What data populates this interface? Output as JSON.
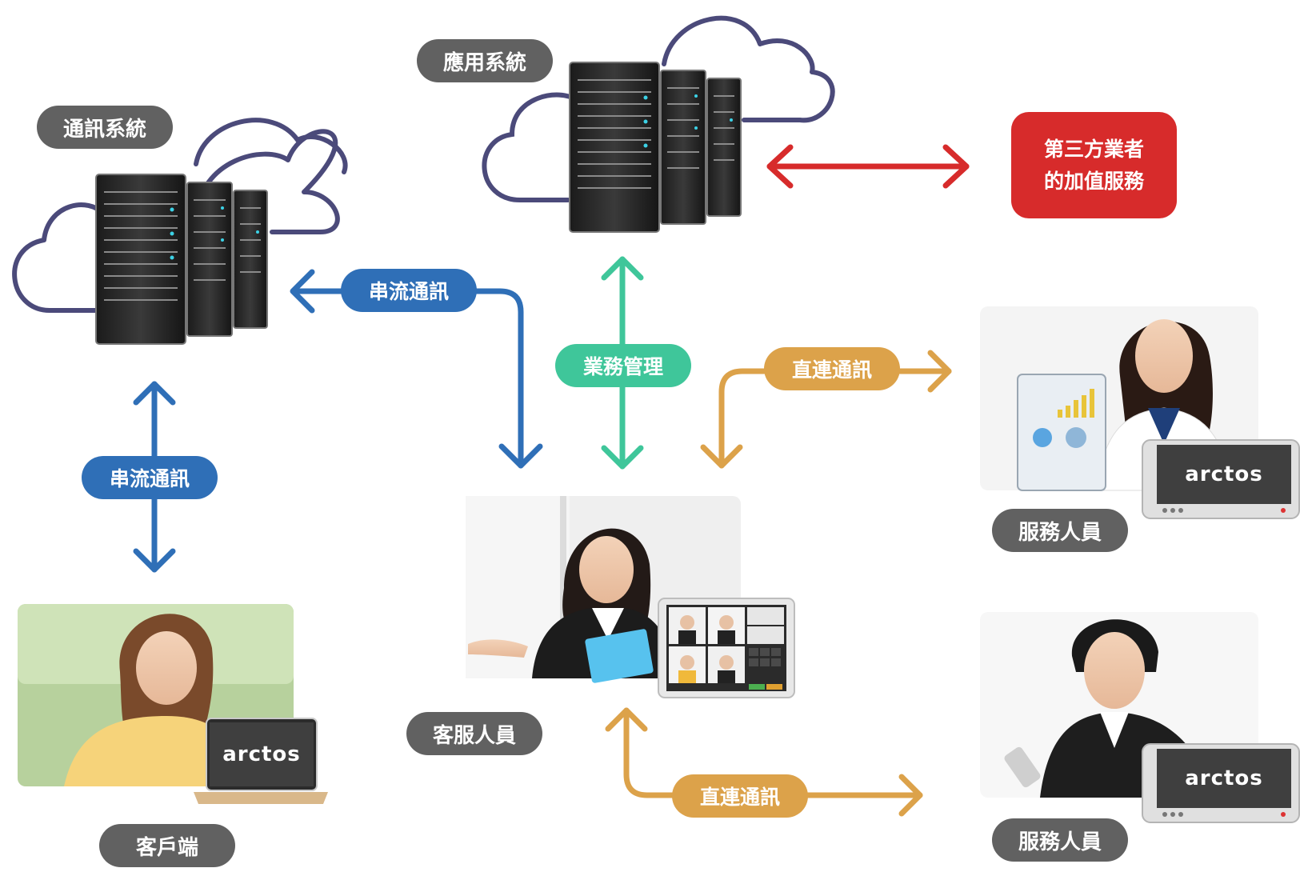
{
  "nodes": {
    "comm_system": "通訊系統",
    "app_system": "應用系統",
    "third_party_line1": "第三方業者",
    "third_party_line2": "的加值服務",
    "customer_service": "客服人員",
    "client": "客戶端",
    "staff_1": "服務人員",
    "staff_2": "服務人員"
  },
  "links": {
    "streaming_top": "串流通訊",
    "streaming_left": "串流通訊",
    "business_mgmt": "業務管理",
    "direct_top": "直連通訊",
    "direct_bottom": "直連通訊"
  },
  "brand": {
    "laptop_logo": "arctos",
    "phone_logo_1": "arctos",
    "phone_logo_2": "arctos"
  },
  "colors": {
    "gray": "#616161",
    "blue": "#2f6fb7",
    "teal": "#3fc69a",
    "gold": "#dca24a",
    "red": "#d72b2b",
    "cloud_outline": "#4b4a7a"
  }
}
